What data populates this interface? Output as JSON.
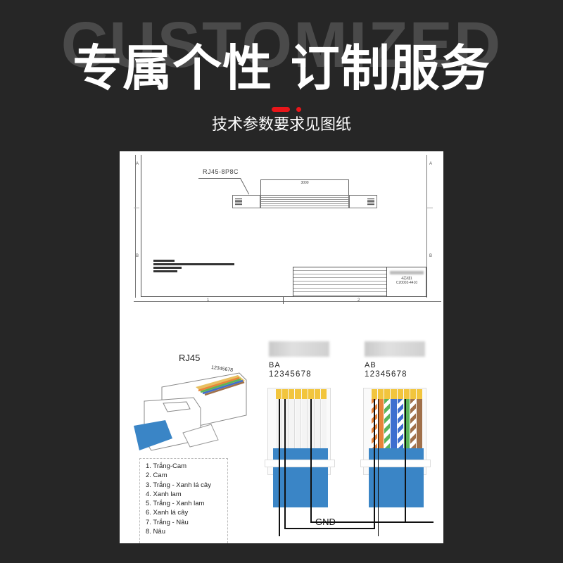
{
  "hero": {
    "watermark": "CUSTOMIZED",
    "headline": "专属个性 订制服务",
    "subtitle": "技术参数要求见图纸",
    "accent_color": "#e8161a",
    "background_color": "#262626"
  },
  "drawing": {
    "zone_labels": {
      "top_left": "A",
      "top_right": "A",
      "mid_left": "B",
      "mid_right": "B",
      "bottom_1": "1",
      "bottom_2": "2"
    },
    "part_label": "RJ45-8P8C",
    "dimension": "3000",
    "title_block": {
      "name_line1": "4芯线1",
      "name_line2": "C20002-4410"
    }
  },
  "pinout": {
    "connector_title": "RJ45",
    "connector_pins": "12345678",
    "legend": [
      "1. Trắng-Cam",
      "2. Cam",
      "3. Trắng - Xanh lá cây",
      "4. Xanh lam",
      "5. Trắng - Xanh lam",
      "6. Xanh lá cây",
      "7. Trắng - Nâu",
      "8. Nâu"
    ],
    "left_connector": {
      "standard": "BA",
      "pins": "12345678"
    },
    "right_connector": {
      "standard": "AB",
      "pins": "12345678"
    },
    "ground_label": "GND",
    "wire_colors": {
      "orange": "#e8843a",
      "green": "#5ab55a",
      "blue": "#3e6fcf",
      "brown": "#a0704a",
      "contact": "#f2c53d",
      "jacket": "#3a85c6"
    }
  }
}
